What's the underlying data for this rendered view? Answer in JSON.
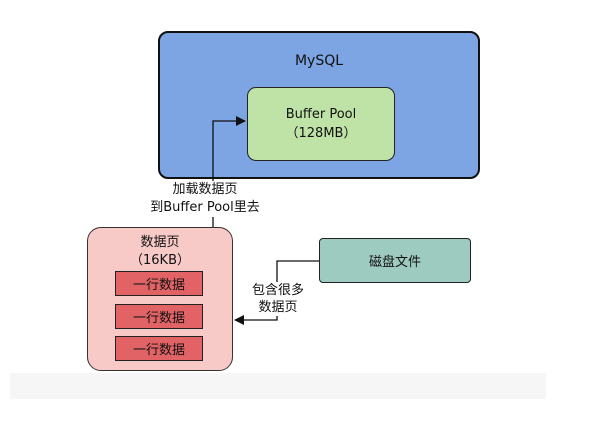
{
  "mysql": {
    "title": "MySQL",
    "buffer_pool": {
      "name": "Buffer Pool",
      "size": "（128MB）"
    }
  },
  "load_label": {
    "line1": "加载数据页",
    "line2": "到Buffer Pool里去"
  },
  "data_page": {
    "title": "数据页",
    "size": "（16KB）",
    "rows": [
      "一行数据",
      "一行数据",
      "一行数据"
    ]
  },
  "disk_file": {
    "label": "磁盘文件"
  },
  "contains_label": {
    "line1": "包含很多",
    "line2": "数据页"
  },
  "colors": {
    "mysql_fill": "#7da4e3",
    "buffer_pool_fill": "#bfe3a7",
    "data_page_fill": "#f7c9c7",
    "row_fill": "#e16365",
    "disk_fill": "#9ecbc0"
  }
}
